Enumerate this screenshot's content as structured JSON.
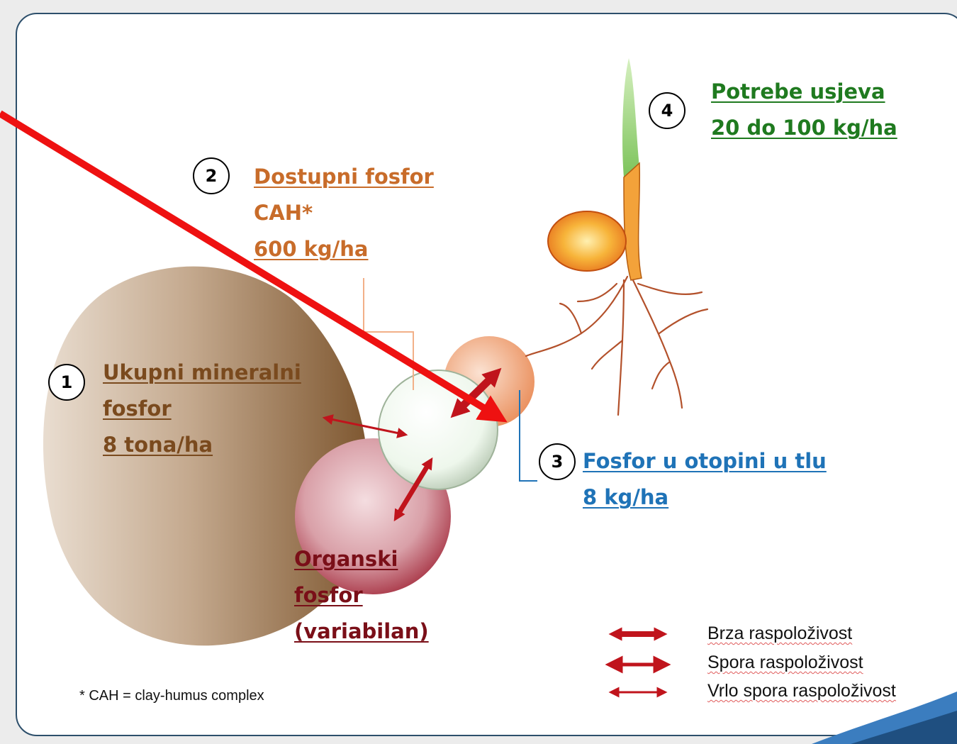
{
  "badges": [
    "1",
    "2",
    "3",
    "4"
  ],
  "pool_total_mineral": {
    "lines": [
      "Ukupni mineralni",
      "fosfor",
      "8 tona/ha"
    ],
    "color": "#7a4a1e"
  },
  "pool_available": {
    "lines": [
      "Dostupni fosfor",
      "CAH*",
      "600 kg/ha"
    ],
    "color": "#c86c2a"
  },
  "pool_solution": {
    "lines": [
      "Fosfor u otopini u tlu",
      "8 kg/ha"
    ],
    "color": "#1f73b7"
  },
  "crop_needs": {
    "lines": [
      "Potrebe usjeva",
      "20 do 100 kg/ha"
    ],
    "color": "#1f7a1f"
  },
  "pool_organic": {
    "lines": [
      "Organski",
      "fosfor",
      "(variabilan)"
    ],
    "color": "#7a0f18"
  },
  "legend": [
    {
      "label": "Brza raspoloživost",
      "arrow": "thick"
    },
    {
      "label": "Spora raspoloživost",
      "arrow": "medium"
    },
    {
      "label": "Vrlo spora raspoloživost",
      "arrow": "thin"
    }
  ],
  "footnote": "* CAH = clay-humus complex",
  "colors": {
    "arrow": "#c0141c",
    "pointer": "#ee1111",
    "frame": "#2d4f6b"
  }
}
